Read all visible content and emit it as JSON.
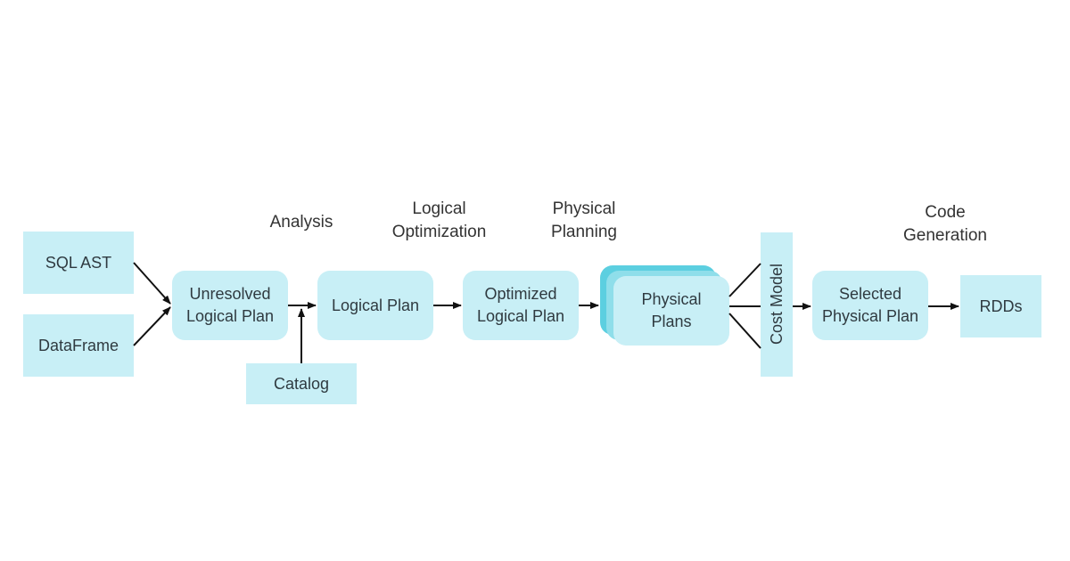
{
  "diagram": {
    "stages": {
      "analysis": "Analysis",
      "logical_optimization": [
        "Logical",
        "Optimization"
      ],
      "physical_planning": [
        "Physical",
        "Planning"
      ],
      "code_generation": [
        "Code",
        "Generation"
      ]
    },
    "nodes": {
      "sql_ast": "SQL AST",
      "dataframe": "DataFrame",
      "unresolved_logical_plan": [
        "Unresolved",
        "Logical Plan"
      ],
      "catalog": "Catalog",
      "logical_plan": "Logical Plan",
      "optimized_logical_plan": [
        "Optimized",
        "Logical Plan"
      ],
      "physical_plans": [
        "Physical",
        "Plans"
      ],
      "cost_model": "Cost Model",
      "selected_physical_plan": [
        "Selected",
        "Physical Plan"
      ],
      "rdds": "RDDs"
    },
    "colors": {
      "box_fill": "#c8eff6",
      "stack_dark": "#5ccfe0",
      "stack_mid": "#8fdeea",
      "arrow": "#111111"
    }
  }
}
